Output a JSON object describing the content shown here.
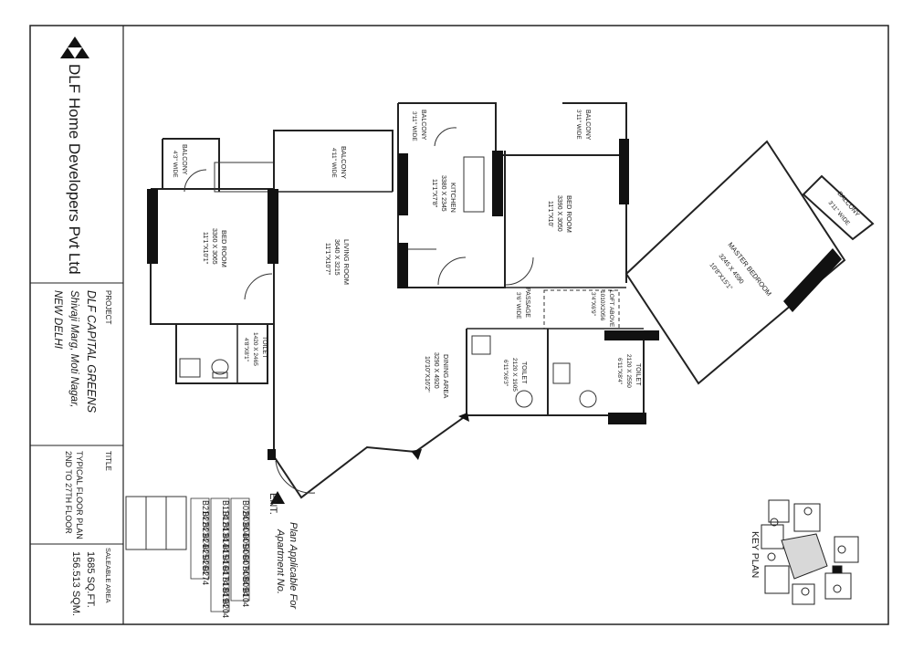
{
  "company": {
    "name": "DLF Home Developers Pvt Ltd"
  },
  "project": {
    "heading": "PROJECT",
    "name": "DLF CAPITAL GREENS",
    "address_line1": "Shivaji Marg, Moti Nagar,",
    "address_line2": "NEW DELHI"
  },
  "title_block": {
    "heading": "TITLE",
    "line1": "TYPICAL FLOOR PLAN",
    "line2": "2ND TO 27TH FLOOR"
  },
  "area_block": {
    "heading": "SALEABLE AREA",
    "sqft": "1685 SQ.FT.",
    "sqm": "156.513 SQM."
  },
  "applicability": {
    "line1": "Plan Applicable For",
    "line2": "Apartment No."
  },
  "apartment_numbers": [
    [
      "B024",
      "B034",
      "B044",
      "B054",
      "B064",
      "B074",
      "B084",
      "B094",
      "B104"
    ],
    [
      "B114",
      "B124",
      "B134",
      "B144",
      "B154",
      "B164",
      "B174",
      "B184",
      "B194",
      "B204"
    ],
    [
      "B214",
      "B224",
      "B234",
      "B244",
      "B254",
      "B264",
      "B274"
    ]
  ],
  "key_plan": {
    "label": "KEY PLAN"
  },
  "entrance": {
    "label": "ENT."
  },
  "rooms": [
    {
      "id": "balcony-1",
      "name": "BALCONY",
      "dim1": "4'3\" WIDE"
    },
    {
      "id": "balcony-2",
      "name": "BALCONY",
      "dim1": "4'11\" WIDE"
    },
    {
      "id": "balcony-3",
      "name": "BALCONY",
      "dim1": "3'11\" WIDE"
    },
    {
      "id": "balcony-4",
      "name": "BALCONY",
      "dim1": "3'11\" WIDE"
    },
    {
      "id": "balcony-5",
      "name": "BALCONY",
      "dim1": "3'11\" WIDE"
    },
    {
      "id": "bedroom-1",
      "name": "BED ROOM",
      "dim1": "3360 X 3065",
      "dim2": "11'1\"X10'1\""
    },
    {
      "id": "living-room",
      "name": "LIVING ROOM",
      "dim1": "3640 X 3215",
      "dim2": "11'1\"X10'7\""
    },
    {
      "id": "kitchen",
      "name": "KITCHEN",
      "dim1": "3380 X 2345",
      "dim2": "11'1\"X7'8\""
    },
    {
      "id": "bedroom-2",
      "name": "BED ROOM",
      "dim1": "3390 X 3050",
      "dim2": "11'1\"X10'"
    },
    {
      "id": "master-bedroom",
      "name": "MASTER BEDROOM",
      "dim1": "3245 X 4590",
      "dim2": "10'8\"X15'1\""
    },
    {
      "id": "toilet-1",
      "name": "TOILET",
      "dim1": "1420 X 2465",
      "dim2": "4'8\"X8'1\""
    },
    {
      "id": "passage",
      "name": "PASSAGE",
      "dim1": "3'6\" WIDE"
    },
    {
      "id": "loft",
      "name": "LOFT ABOVE",
      "dim1": "1010X2056",
      "dim2": "3'4\"X6'9\""
    },
    {
      "id": "dining-area",
      "name": "DINING AREA",
      "dim1": "3290 X 4920",
      "dim2": "10'10\"X16'2\""
    },
    {
      "id": "toilet-2",
      "name": "TOILET",
      "dim1": "2120 X 1905",
      "dim2": "6'11\"X6'3\""
    },
    {
      "id": "toilet-3",
      "name": "TOILET",
      "dim1": "2120 X 2550",
      "dim2": "6'11\"X8'4\""
    }
  ]
}
